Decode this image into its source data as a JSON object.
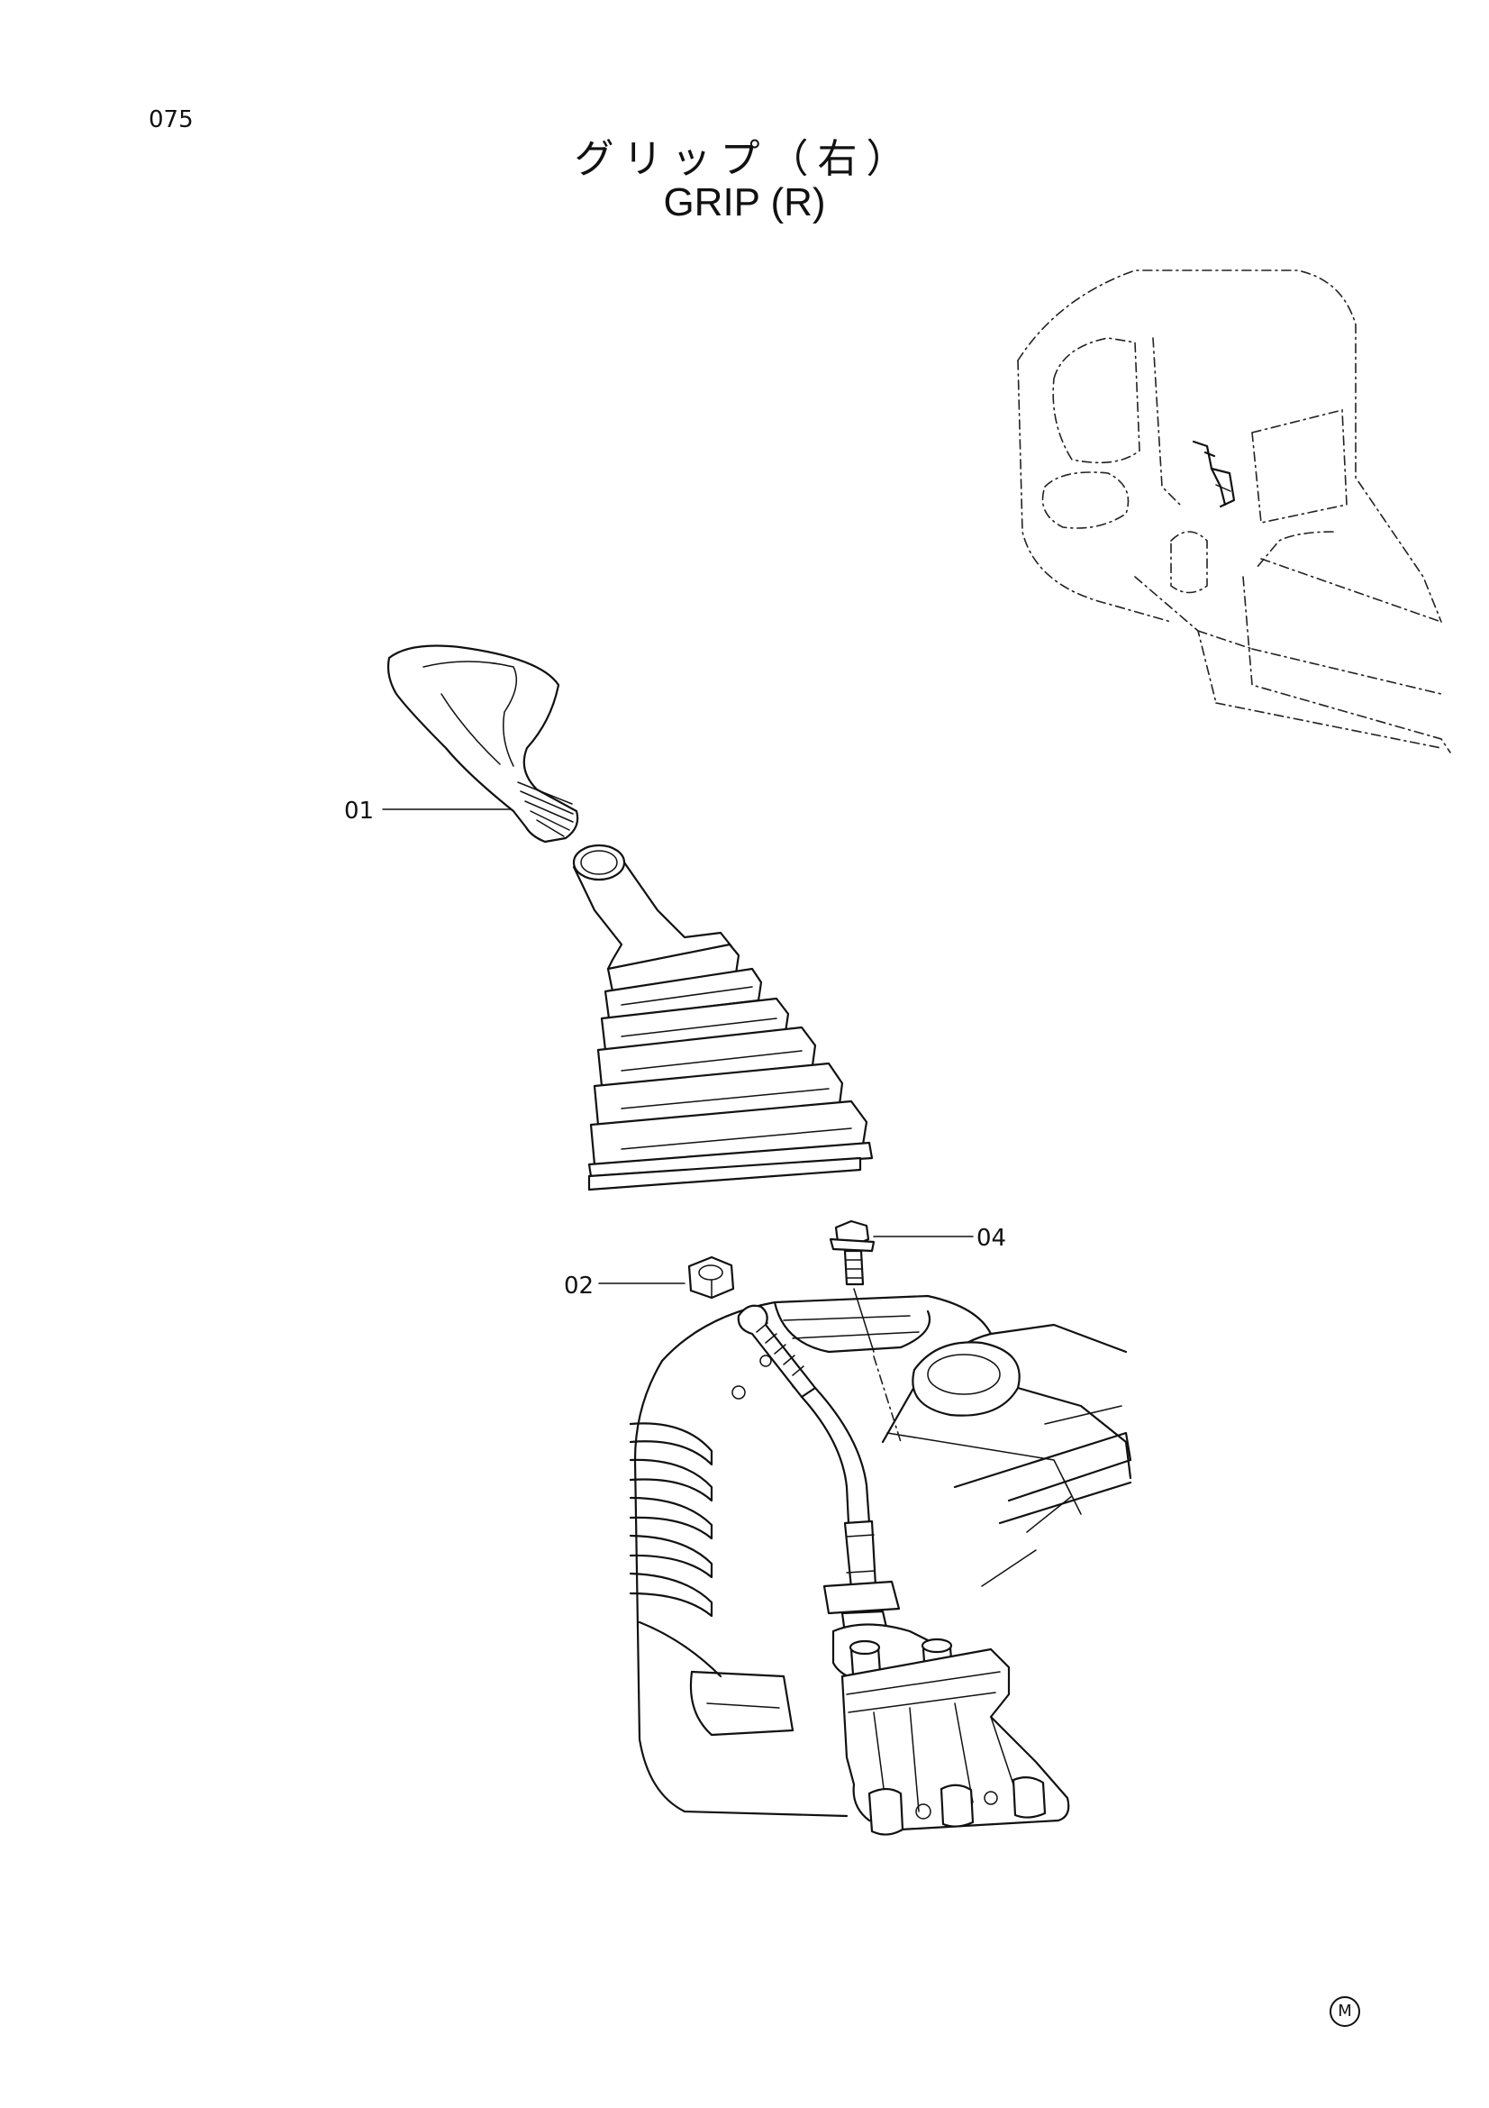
{
  "page_number": "075",
  "title_jp": "グリップ（右）",
  "title_en": "GRIP (R)",
  "callouts": [
    {
      "label": "01",
      "part": "grip"
    },
    {
      "label": "02",
      "part": "nut"
    },
    {
      "label": "04",
      "part": "bolt"
    }
  ],
  "corner_mark": "M",
  "colors": {
    "line": "#111111",
    "background": "#ffffff"
  }
}
